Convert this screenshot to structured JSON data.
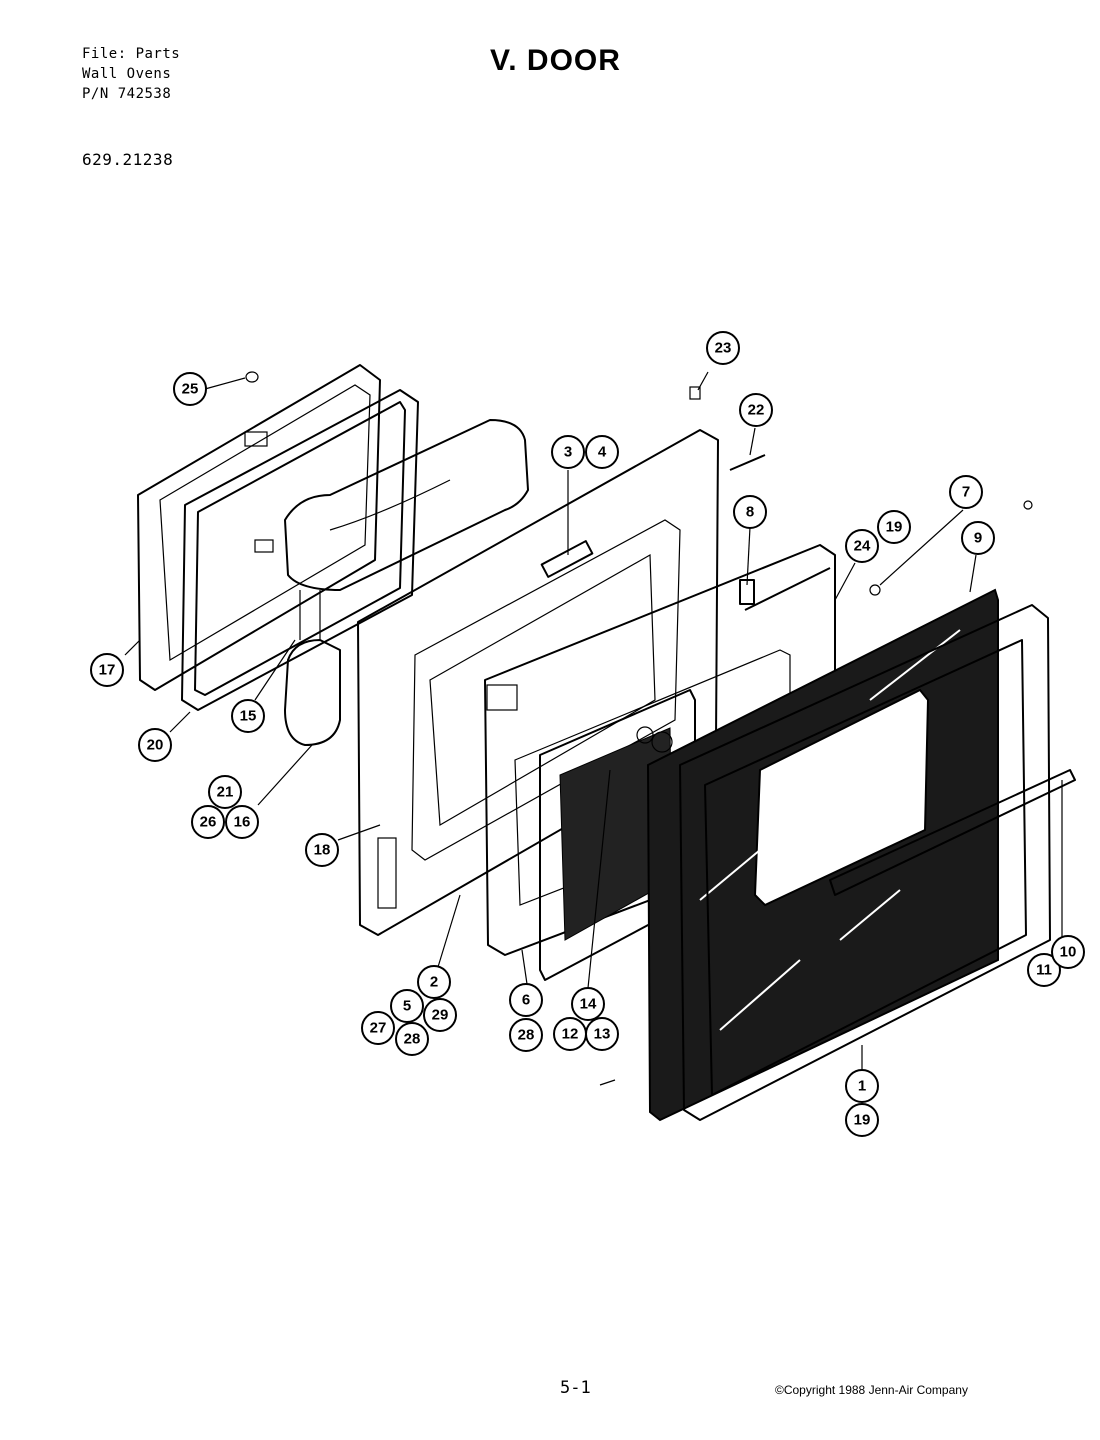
{
  "header": {
    "line1": "File: Parts",
    "line2": "Wall Ovens",
    "line3": "P/N 742538",
    "model": "629.21238"
  },
  "title": "V. DOOR",
  "footer": {
    "page": "5-1",
    "copyright": "©Copyright 1988 Jenn-Air Company"
  },
  "callouts": [
    "25",
    "23",
    "22",
    "3",
    "4",
    "8",
    "7",
    "19",
    "24",
    "9",
    "17",
    "20",
    "15",
    "21",
    "26",
    "16",
    "18",
    "2",
    "5",
    "29",
    "27",
    "28",
    "6",
    "28",
    "14",
    "12",
    "13",
    "11",
    "10",
    "1",
    "19"
  ]
}
